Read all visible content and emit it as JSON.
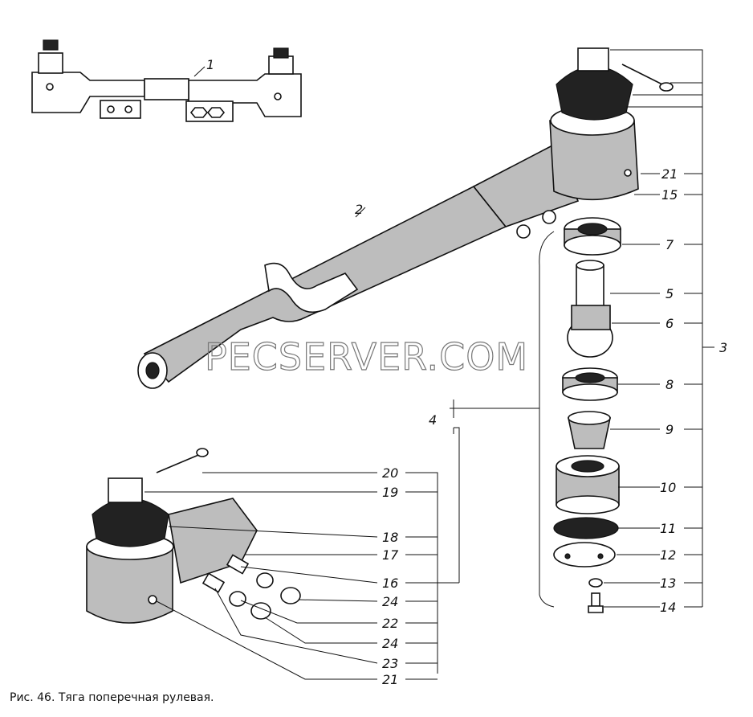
{
  "caption": "Рис. 46. Тяга поперечная рулевая.",
  "watermark": "PECSERVER.COM",
  "labels": {
    "l1": "1",
    "l2": "2",
    "l3": "3",
    "l4": "4",
    "l21a": "21",
    "l15": "15",
    "l7": "7",
    "l5": "5",
    "l6": "6",
    "l8": "8",
    "l9": "9",
    "l10": "10",
    "l11": "11",
    "l12": "12",
    "l13": "13",
    "l14": "14",
    "l20": "20",
    "l19": "19",
    "l18": "18",
    "l17": "17",
    "l16": "16",
    "l24a": "24",
    "l22": "22",
    "l24b": "24",
    "l23": "23",
    "l21b": "21"
  }
}
